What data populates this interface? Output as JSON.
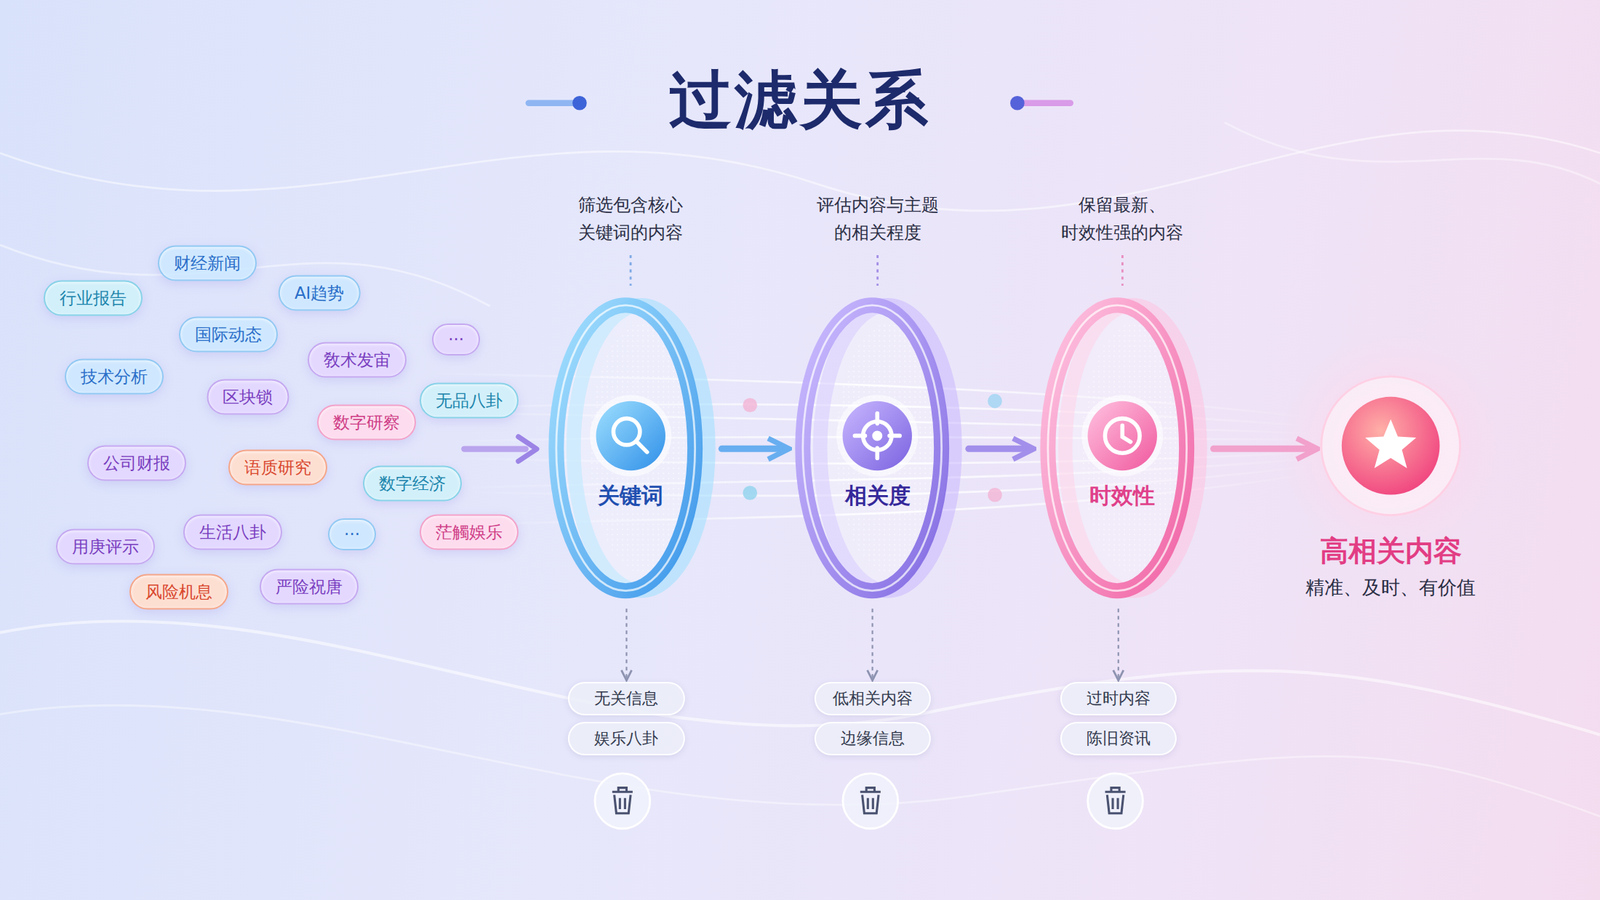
{
  "diagram": {
    "title": "过滤关系",
    "nodes": [
      {
        "text": [
          "财经新闻"
        ]
      },
      {
        "text": [
          "AI趋势"
        ]
      },
      {
        "text": [
          "行业报告"
        ]
      },
      {
        "text": [
          "国际动态"
        ]
      },
      {
        "text": [
          "敎术发宙"
        ]
      },
      {
        "text": [
          "···"
        ]
      },
      {
        "text": [
          "技术分析"
        ]
      },
      {
        "text": [
          "区块锁"
        ]
      },
      {
        "text": [
          "无品八卦"
        ]
      },
      {
        "text": [
          "数字研察"
        ]
      },
      {
        "text": [
          "公司财报"
        ]
      },
      {
        "text": [
          "语质研究"
        ]
      },
      {
        "text": [
          "数字经济"
        ]
      },
      {
        "text": [
          "用庚评示"
        ]
      },
      {
        "text": [
          "生活八卦"
        ]
      },
      {
        "text": [
          "···"
        ]
      },
      {
        "text": [
          "茫觸娛乐"
        ]
      },
      {
        "text": [
          "风险机息"
        ]
      },
      {
        "text": [
          "严险祝唐"
        ]
      },
      {
        "text": [
          "筛选包含核心 关键词的内容",
          "关键词"
        ]
      },
      {
        "text": [
          "评估内容与主题 的相关程度",
          "相关度"
        ]
      },
      {
        "text": [
          "保留最新、 时效性强的内容",
          "时效性"
        ]
      },
      {
        "text": [
          "高相关内容",
          "精准、及时、有价值"
        ]
      },
      {
        "text": [
          "无关信息"
        ]
      },
      {
        "text": [
          "娱乐八卦"
        ]
      },
      {
        "text": [
          "低相关内容"
        ]
      },
      {
        "text": [
          "边缘信息"
        ]
      },
      {
        "text": [
          "过时内容"
        ]
      },
      {
        "text": [
          "陈旧资讯"
        ]
      }
    ],
    "edges": [
      {
        "from": 19,
        "to": 20,
        "arrow": "to"
      },
      {
        "from": 20,
        "to": 21,
        "arrow": "to"
      },
      {
        "from": 21,
        "to": 22,
        "arrow": "to"
      },
      {
        "from": 19,
        "to": 23,
        "arrow": "to"
      },
      {
        "from": 20,
        "to": 25,
        "arrow": "to"
      },
      {
        "from": 21,
        "to": 27,
        "arrow": "to"
      }
    ]
  }
}
